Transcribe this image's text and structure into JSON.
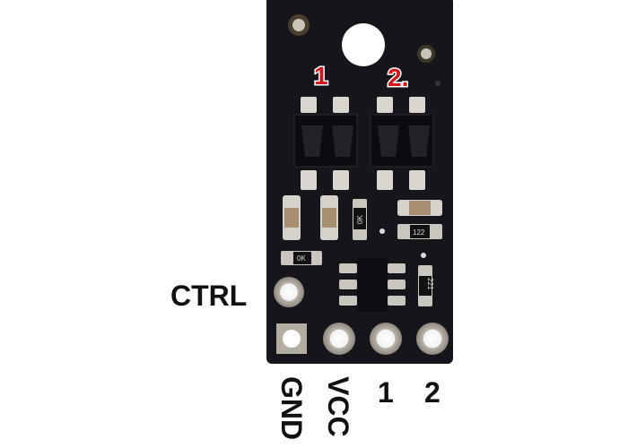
{
  "board": {
    "color": "#16151b",
    "channel_labels": [
      "1",
      "2."
    ],
    "component_markings": [
      "0K",
      "0K",
      "122",
      "221"
    ]
  },
  "pins": {
    "side_label": "CTRL",
    "bottom_labels": [
      "GND",
      "VCC",
      "1",
      "2"
    ]
  },
  "colors": {
    "silkscreen_red": "#d8141b",
    "pad": "#c9c6bf"
  }
}
